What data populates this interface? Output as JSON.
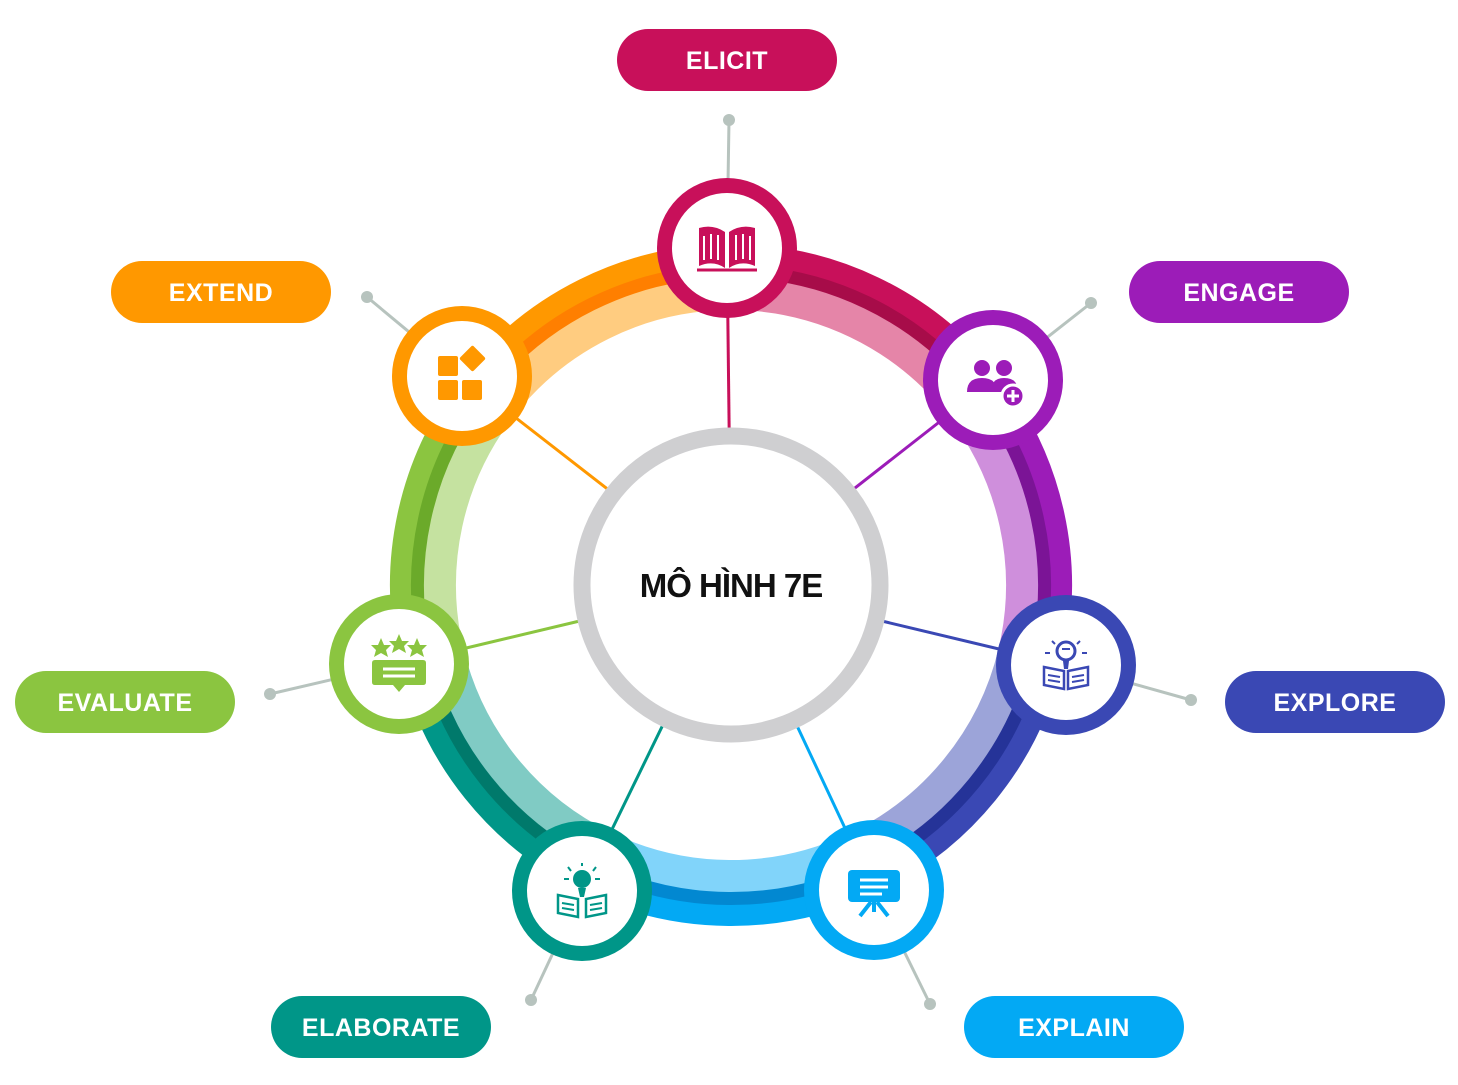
{
  "center": {
    "title": "MÔ HÌNH 7E"
  },
  "stages": [
    {
      "id": "elicit",
      "label": "ELICIT",
      "color": "#C8105A",
      "dark": "#A70C49",
      "light": "#E585A8",
      "icon": "book-icon"
    },
    {
      "id": "engage",
      "label": "ENGAGE",
      "color": "#9C1CB8",
      "dark": "#7B1496",
      "light": "#CF8FDC",
      "icon": "users-add-icon"
    },
    {
      "id": "explore",
      "label": "EXPLORE",
      "color": "#3A48B4",
      "dark": "#253398",
      "light": "#9CA4D9",
      "icon": "bulb-book-icon"
    },
    {
      "id": "explain",
      "label": "EXPLAIN",
      "color": "#03A9F4",
      "dark": "#0288D1",
      "light": "#81D4FA",
      "icon": "presentation-icon"
    },
    {
      "id": "elaborate",
      "label": "ELABORATE",
      "color": "#009688",
      "dark": "#00796B",
      "light": "#80CBC4",
      "icon": "bulb-reading-icon"
    },
    {
      "id": "evaluate",
      "label": "EVALUATE",
      "color": "#8BC540",
      "dark": "#6BAA2A",
      "light": "#C5E2A0",
      "icon": "rating-stars-icon"
    },
    {
      "id": "extend",
      "label": "EXTEND",
      "color": "#FF9800",
      "dark": "#FF7F00",
      "light": "#FFCC80",
      "icon": "apps-icon"
    }
  ],
  "connector_color": "#B7C3BE",
  "hub_ring_color": "#CFCFD1"
}
